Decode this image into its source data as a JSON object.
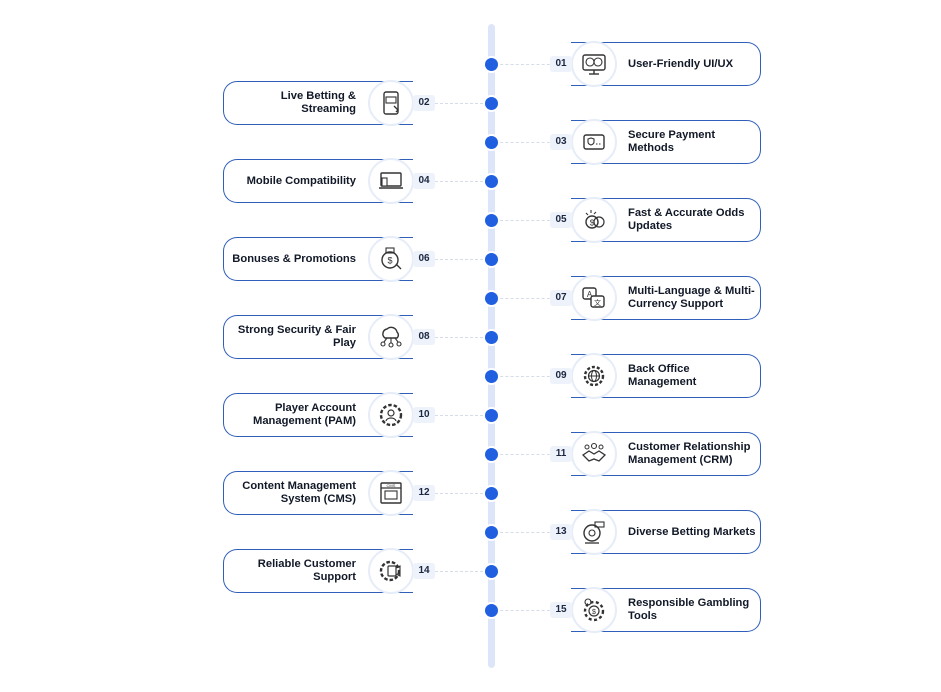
{
  "steps": [
    {
      "num": "01",
      "label": "User-Friendly UI/UX",
      "icon": "ui-ux-monitor-icon"
    },
    {
      "num": "02",
      "label": "Live Betting & Streaming",
      "icon": "bet-phone-icon"
    },
    {
      "num": "03",
      "label": "Secure Payment Methods",
      "icon": "secure-card-icon"
    },
    {
      "num": "04",
      "label": "Mobile Compatibility",
      "icon": "devices-icon"
    },
    {
      "num": "05",
      "label": "Fast & Accurate Odds Updates",
      "icon": "coins-update-icon"
    },
    {
      "num": "06",
      "label": "Bonuses & Promotions",
      "icon": "bonus-gift-icon"
    },
    {
      "num": "07",
      "label": "Multi-Language & Multi-Currency Support",
      "icon": "language-chat-icon"
    },
    {
      "num": "08",
      "label": "Strong Security & Fair Play",
      "icon": "cloud-security-icon"
    },
    {
      "num": "09",
      "label": "Back Office Management",
      "icon": "gear-globe-icon"
    },
    {
      "num": "10",
      "label": "Player Account Management (PAM)",
      "icon": "gear-user-icon"
    },
    {
      "num": "11",
      "label": "Customer Relationship Management (CRM)",
      "icon": "handshake-icon"
    },
    {
      "num": "12",
      "label": "Content Management System (CMS)",
      "icon": "cms-window-icon"
    },
    {
      "num": "13",
      "label": "Diverse Betting Markets",
      "icon": "betting-markets-icon"
    },
    {
      "num": "14",
      "label": "Reliable Customer Support",
      "icon": "support-gear-icon"
    },
    {
      "num": "15",
      "label": "Responsible Gambling Tools",
      "icon": "casino-chip-icon"
    }
  ]
}
